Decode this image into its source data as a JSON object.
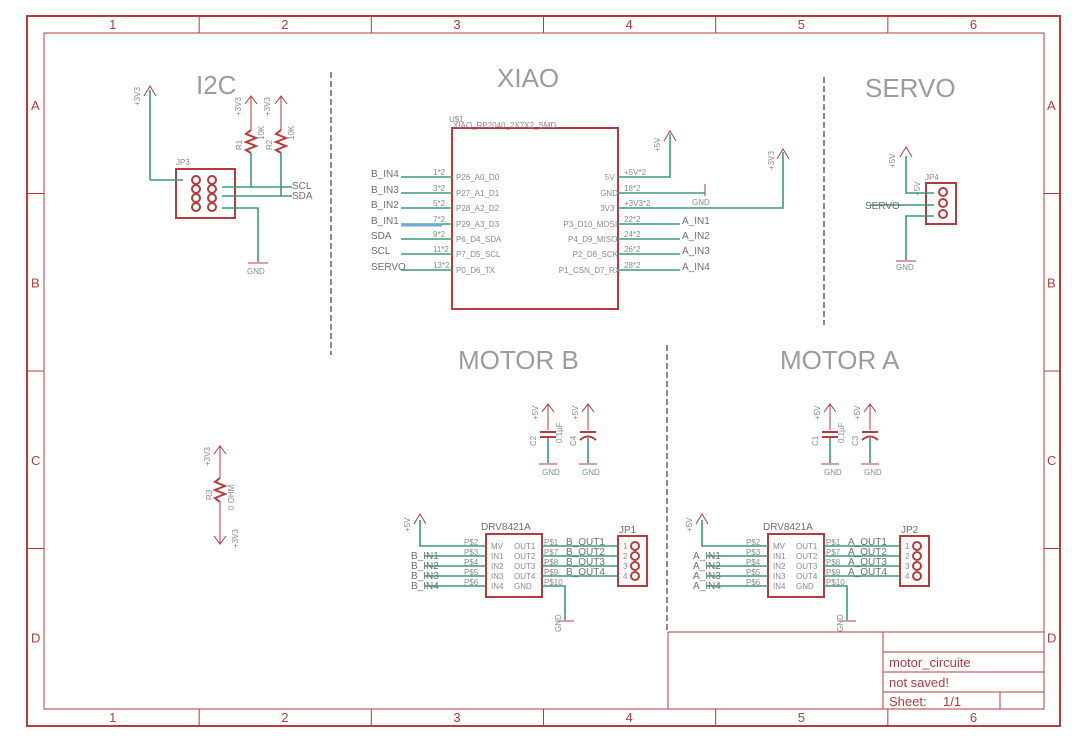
{
  "sections": {
    "i2c": "I2C",
    "xiao": "XIAO",
    "servo": "SERVO",
    "motor_b": "MOTOR B",
    "motor_a": "MOTOR A"
  },
  "grid": {
    "cols": [
      "1",
      "2",
      "3",
      "4",
      "5",
      "6"
    ],
    "rows": [
      "A",
      "B",
      "C",
      "D"
    ]
  },
  "xiao": {
    "ref": "U$1",
    "value": "XIAO_RP2040_2X7X2_SMD",
    "left_nets": [
      "B_IN4",
      "B_IN3",
      "B_IN2",
      "B_IN1",
      "SDA",
      "SCL",
      "SERVO"
    ],
    "left_pins": [
      "1*2",
      "3*2",
      "5*2",
      "7*2",
      "9*2",
      "11*2",
      "13*2"
    ],
    "left_names": [
      "P26_A0_D0",
      "P27_A1_D1",
      "P28_A2_D2",
      "P29_A3_D3",
      "P6_D4_SDA",
      "P7_D5_SCL",
      "P0_D6_TX"
    ],
    "right_names": [
      "5V",
      "GND",
      "3V3",
      "P3_D10_MOSI",
      "P4_D9_MISO",
      "P2_D8_SCK",
      "P1_CSN_D7_RX"
    ],
    "right_pins": [
      "+5V*2",
      "18*2",
      "+3V3*2",
      "22*2",
      "24*2",
      "26*2",
      "28*2"
    ],
    "right_nets": [
      "",
      "GND",
      "",
      "A_IN1",
      "A_IN2",
      "A_IN3",
      "A_IN4"
    ]
  },
  "i2c": {
    "header": "JP3",
    "r1": "R1",
    "r2": "R2",
    "r_value": "10K",
    "supply": "+3V3",
    "scl": "SCL",
    "sda": "SDA",
    "gnd": "GND"
  },
  "servo": {
    "header": "JP4",
    "supply": "+5V",
    "net": "SERVO",
    "gnd": "GND"
  },
  "r3": {
    "ref": "R3",
    "value": "0 OHM",
    "top": "+3V3",
    "bottom": "+3V3"
  },
  "motor_b": {
    "c1": "C2",
    "c1_value": "0.1µF",
    "c2": "C4",
    "supply": "+5V",
    "gnd": "GND",
    "driver": "DRV8421A",
    "header": "JP1",
    "in_nets": [
      "B_IN1",
      "B_IN2",
      "B_IN3",
      "B_IN4"
    ],
    "out_nets": [
      "B_OUT1",
      "B_OUT2",
      "B_OUT3",
      "B_OUT4"
    ]
  },
  "motor_a": {
    "c1": "C1",
    "c1_value": "0.1µF",
    "c2": "C3",
    "supply": "+5V",
    "gnd": "GND",
    "driver": "DRV8421A",
    "header": "JP2",
    "in_nets": [
      "A_IN1",
      "A_IN2",
      "A_IN3",
      "A_IN4"
    ],
    "out_nets": [
      "A_OUT1",
      "A_OUT2",
      "A_OUT3",
      "A_OUT4"
    ]
  },
  "driver_pins": {
    "left_pads": [
      "P$2",
      "P$3",
      "P$4",
      "P$5",
      "P$6"
    ],
    "left_names": [
      "MV",
      "IN1",
      "IN2",
      "IN3",
      "IN4"
    ],
    "right_names": [
      "OUT1",
      "OUT2",
      "OUT3",
      "OUT4",
      "GND"
    ],
    "right_pads": [
      "P$1",
      "P$7",
      "P$8",
      "P$9",
      "P$10"
    ],
    "header_pins": [
      "1",
      "2",
      "3",
      "4"
    ]
  },
  "title_block": {
    "name": "motor_circuite",
    "status": "not saved!",
    "sheet_label": "Sheet:",
    "sheet_value": "1/1"
  },
  "colors": {
    "frame": "#b43c3c",
    "wire": "#3a9a78",
    "section_text": "#9c9c9c"
  }
}
